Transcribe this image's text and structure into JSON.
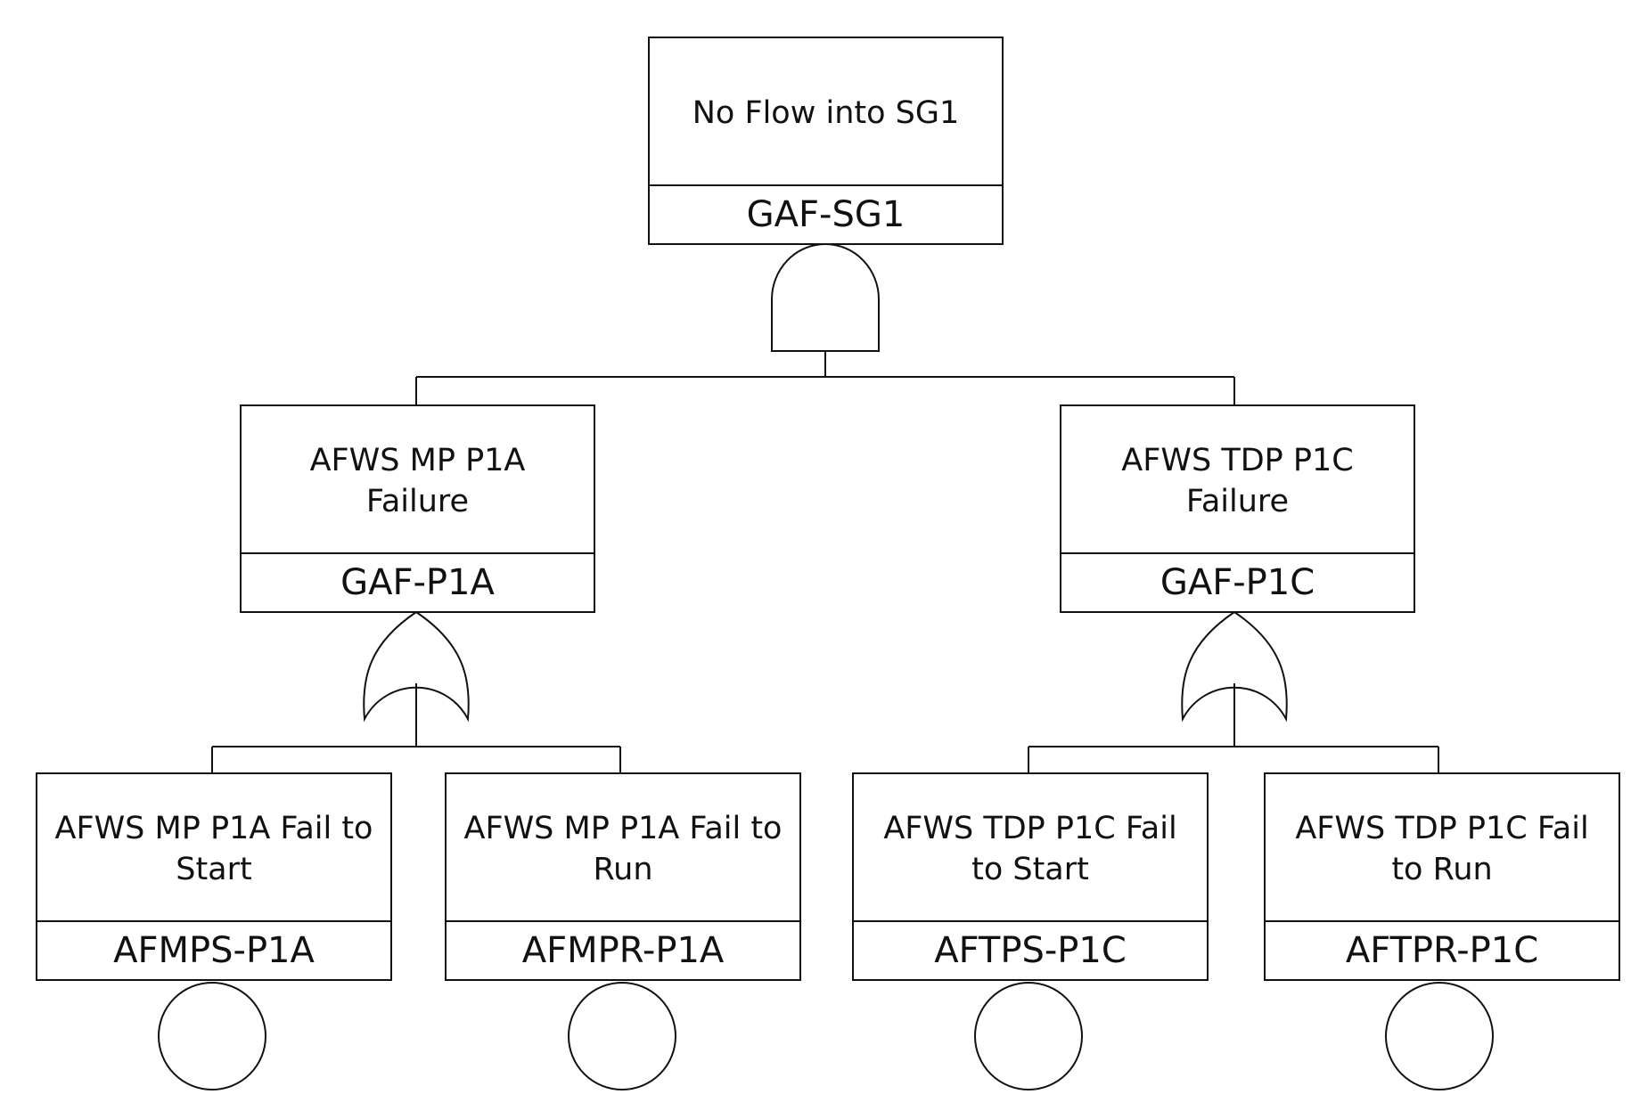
{
  "diagram": {
    "top_event": {
      "description": "No Flow into SG1",
      "id": "GAF-SG1",
      "gate": "and-gate"
    },
    "intermediate_events": [
      {
        "description": "AFWS MP P1A Failure",
        "id": "GAF-P1A",
        "gate": "or-gate"
      },
      {
        "description": "AFWS TDP P1C Failure",
        "id": "GAF-P1C",
        "gate": "or-gate"
      }
    ],
    "basic_events": [
      {
        "description": "AFWS MP P1A Fail to Start",
        "id": "AFMPS-P1A"
      },
      {
        "description": "AFWS MP P1A Fail to Run",
        "id": "AFMPR-P1A"
      },
      {
        "description": "AFWS TDP P1C Fail to Start",
        "id": "AFTPS-P1C"
      },
      {
        "description": "AFWS TDP P1C Fail to Run",
        "id": "AFTPR-P1C"
      }
    ],
    "colors": {
      "stroke": "#111111",
      "background": "#ffffff"
    }
  }
}
